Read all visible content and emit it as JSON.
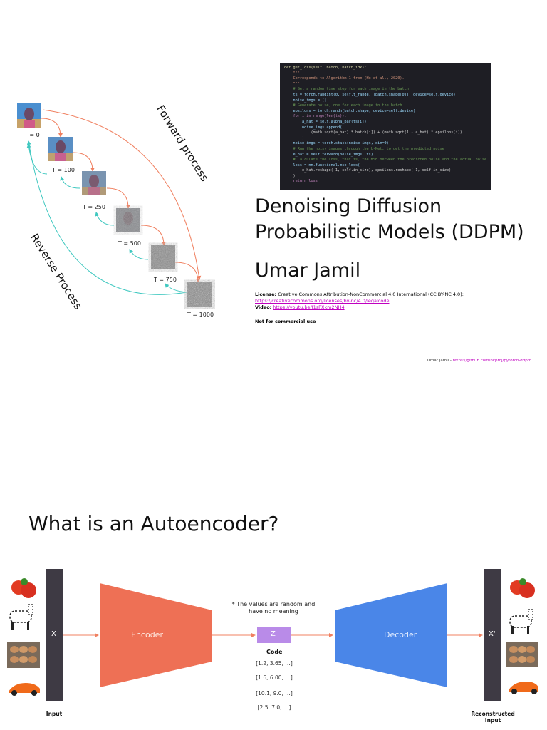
{
  "slide1": {
    "code_lines": [
      {
        "t": "def get_loss(self, batch, batch_idx):",
        "c": "#dcdcaa"
      },
      {
        "t": "    \"\"\"",
        "c": "#ce9178"
      },
      {
        "t": "    Corresponds to Algorithm 1 from (Ho et al., 2020).",
        "c": "#ce9178"
      },
      {
        "t": "    \"\"\"",
        "c": "#ce9178"
      },
      {
        "t": "    # Get a random time step for each image in the batch",
        "c": "#6a9955"
      },
      {
        "t": "    ts = torch.randint(0, self.t_range, [batch.shape[0]], device=self.device)",
        "c": "#9cdcfe"
      },
      {
        "t": "    noise_imgs = []",
        "c": "#9cdcfe"
      },
      {
        "t": "    # Generate noise, one for each image in the batch",
        "c": "#6a9955"
      },
      {
        "t": "    epsilons = torch.randn(batch.shape, device=self.device)",
        "c": "#9cdcfe"
      },
      {
        "t": "    for i in range(len(ts)):",
        "c": "#c586c0"
      },
      {
        "t": "        a_hat = self.alpha_bar(ts[i])",
        "c": "#9cdcfe"
      },
      {
        "t": "        noise_imgs.append(",
        "c": "#9cdcfe"
      },
      {
        "t": "            (math.sqrt(a_hat) * batch[i]) + (math.sqrt(1 - a_hat) * epsilons[i])",
        "c": "#d4d4d4"
      },
      {
        "t": "        )",
        "c": "#d4d4d4"
      },
      {
        "t": "    noise_imgs = torch.stack(noise_imgs, dim=0)",
        "c": "#9cdcfe"
      },
      {
        "t": "    # Run the noisy images through the U-Net, to get the predicted noise",
        "c": "#6a9955"
      },
      {
        "t": "    e_hat = self.forward(noise_imgs, ts)",
        "c": "#9cdcfe"
      },
      {
        "t": "    # Calculate the loss, that is, the MSE between the predicted noise and the actual noise",
        "c": "#6a9955"
      },
      {
        "t": "    loss = nn.functional.mse_loss(",
        "c": "#9cdcfe"
      },
      {
        "t": "        e_hat.reshape(-1, self.in_size), epsilons.reshape(-1, self.in_size)",
        "c": "#d4d4d4"
      },
      {
        "t": "    )",
        "c": "#d4d4d4"
      },
      {
        "t": "    return loss",
        "c": "#c586c0"
      }
    ],
    "title_line1": "Denoising Diffusion",
    "title_line2": "Probabilistic Models (DDPM)",
    "author": "Umar Jamil",
    "license_label": "License:",
    "license_text": " Creative Commons Attribution-NonCommercial 4.0 International (CC BY-NC 4.0):",
    "license_url": "https://creativecommons.org/licenses/by-nc/4.0/legalcode",
    "video_label": "Video:",
    "video_url": "https://youtu.be/I1sPXkm2NH4",
    "not_commercial": "Not for commercial use",
    "forward_label": "Forward process",
    "reverse_label": "Reverse Process",
    "timesteps": [
      "T = 0",
      "T = 100",
      "T = 250",
      "T = 500",
      "T = 750",
      "T = 1000"
    ],
    "footer_text": "Umar Jamil - ",
    "footer_url": "https://github.com/hkproj/pytorch-ddpm",
    "colors": {
      "forward_arrow": "#f08060",
      "reverse_arrow": "#40c8c0",
      "code_bg": "#1e1e24"
    }
  },
  "slide2": {
    "title": "What is an Autoencoder?",
    "x_label": "X",
    "x_prime_label": "X'",
    "encoder_label": "Encoder",
    "decoder_label": "Decoder",
    "z_label": "Z",
    "note": "* The values are random and have no meaning",
    "code_label": "Code",
    "code_vectors": [
      "[1.2, 3.65, …]",
      "[1.6, 6.00, …]",
      "[10.1, 9.0, …]",
      "[2.5, 7.0, …]"
    ],
    "input_label": "Input",
    "reconstructed_label": "Reconstructed Input",
    "items": [
      "tomato",
      "zebra",
      "eggs",
      "car"
    ],
    "colors": {
      "encoder": "#ee7055",
      "decoder": "#4a86e8",
      "z_box": "#b98be8",
      "bar": "#3e3a44",
      "arrow": "#f08060"
    }
  }
}
